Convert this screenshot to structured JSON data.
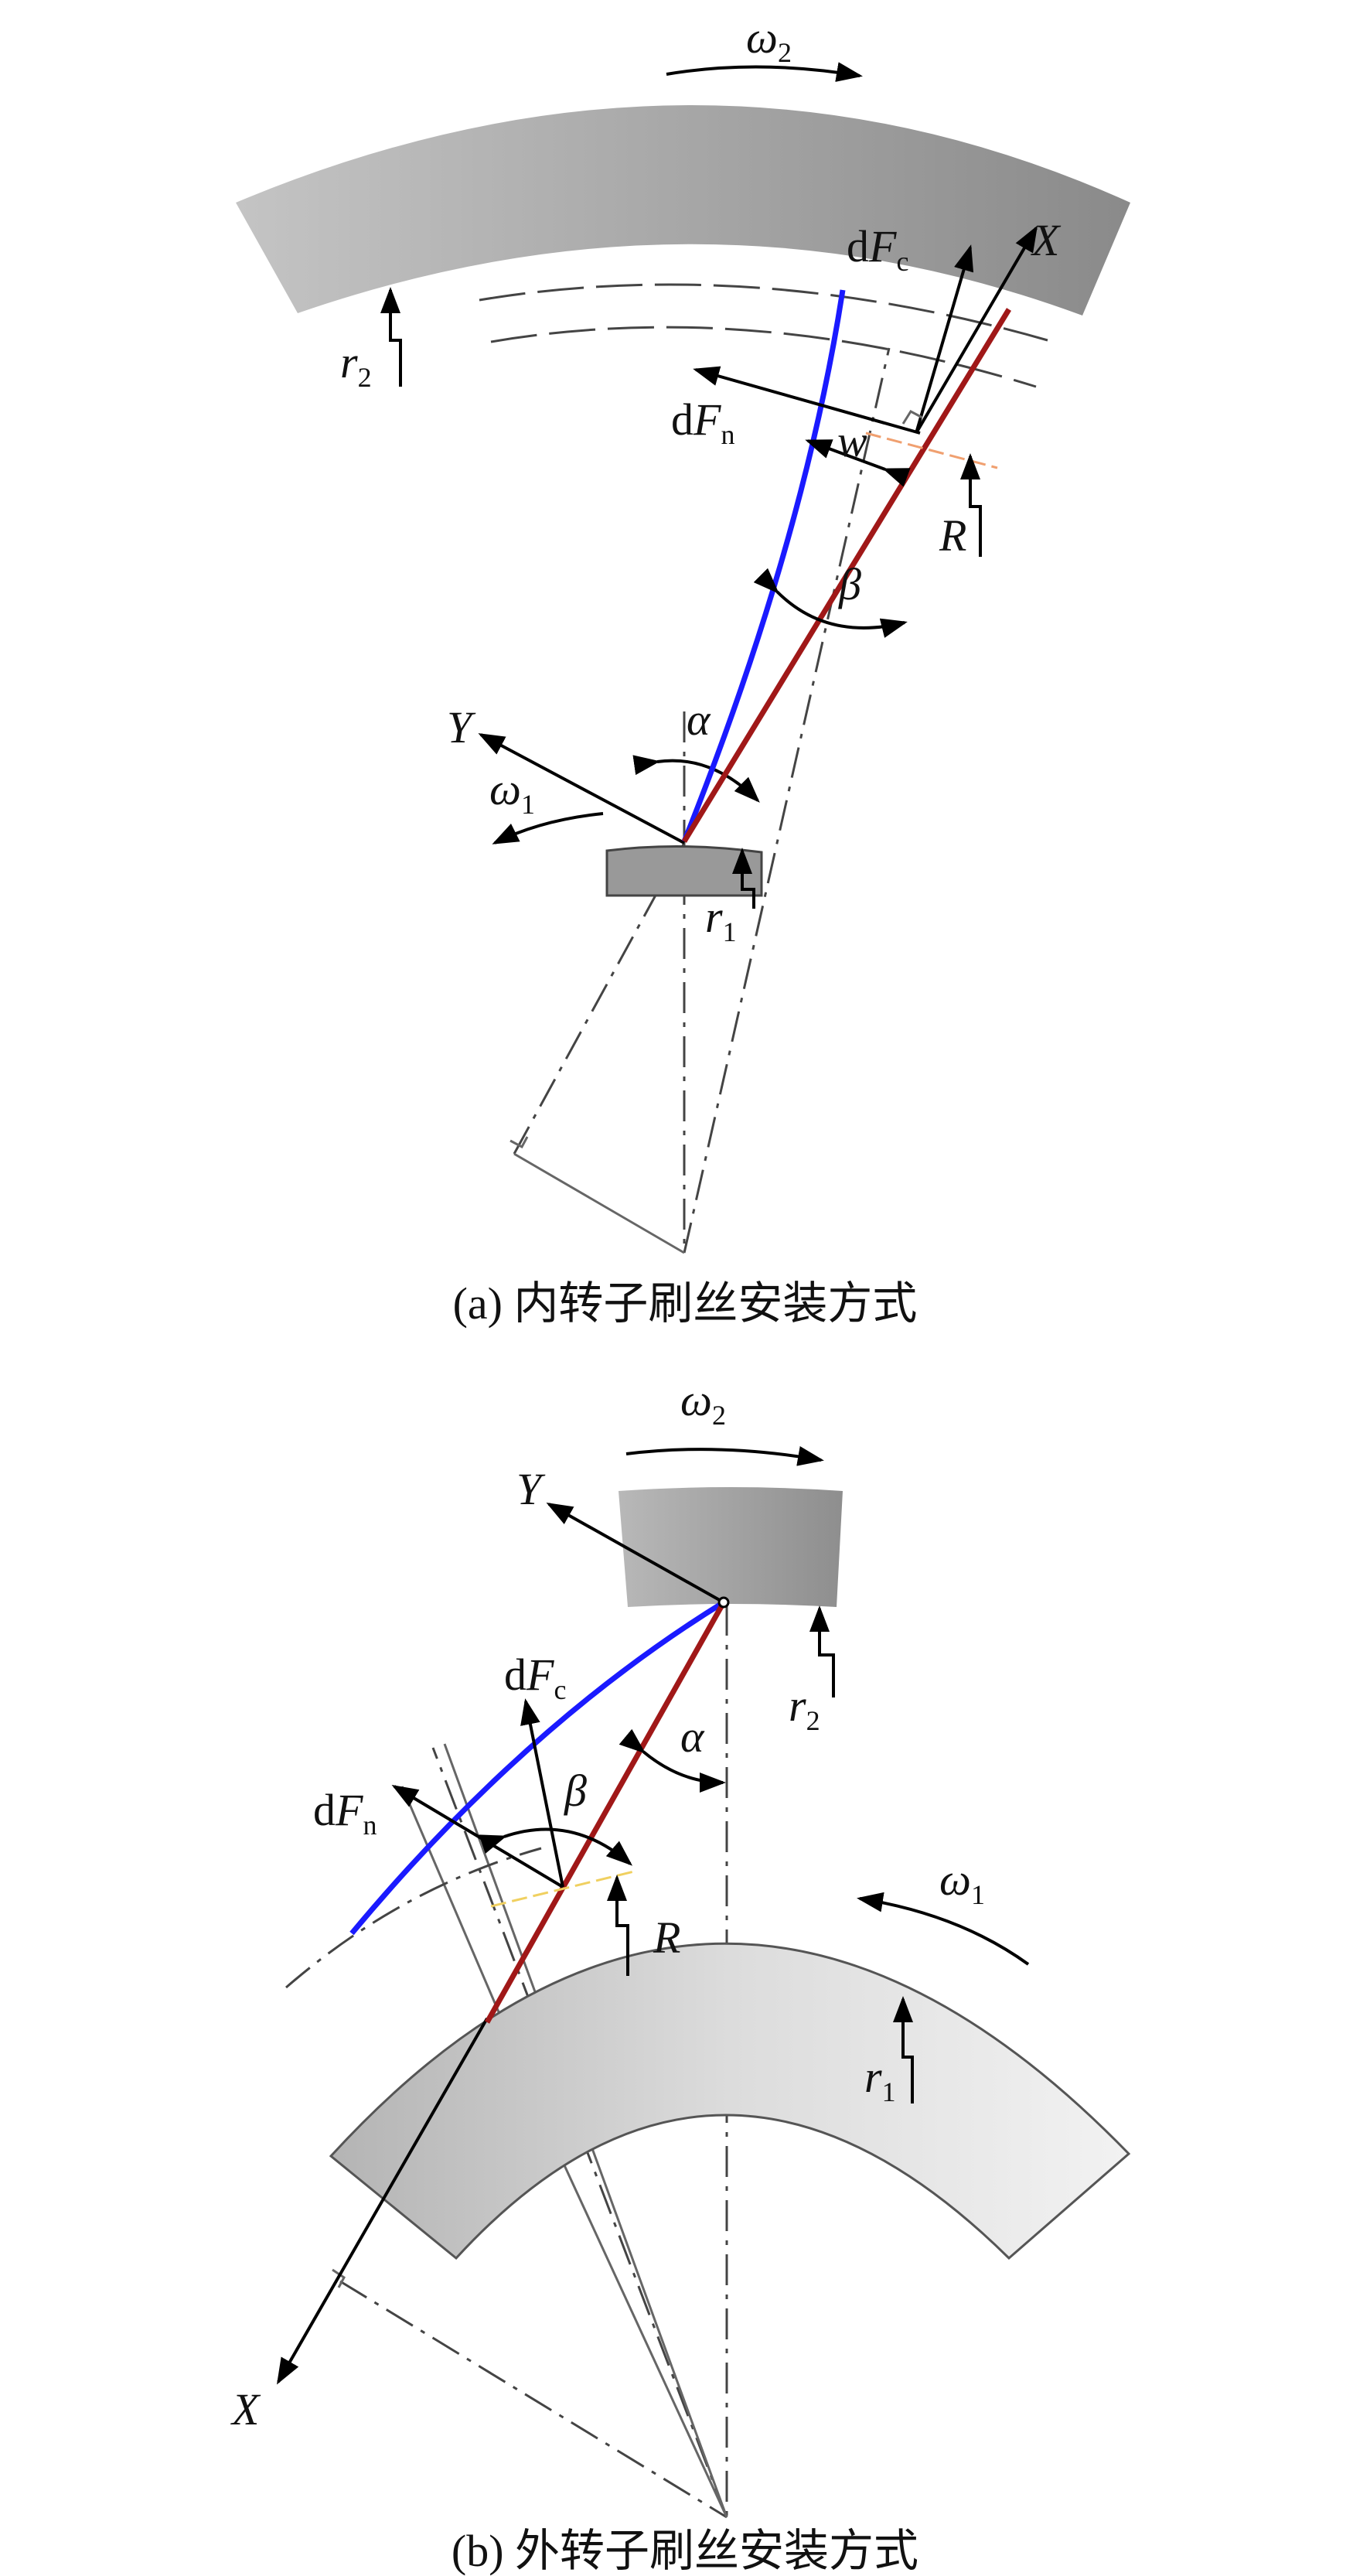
{
  "panel_a": {
    "caption": "(a) 内转子刷丝安装方式",
    "labels": {
      "omega2": "ω",
      "omega2_sub": "2",
      "omega1": "ω",
      "omega1_sub": "1",
      "r2": "r",
      "r2_sub": "2",
      "r1": "r",
      "r1_sub": "1",
      "dFc": "d",
      "dFc_F": "F",
      "dFc_sub": "c",
      "dFn": "d",
      "dFn_F": "F",
      "dFn_sub": "n",
      "X": "X",
      "Y": "Y",
      "w": "w",
      "R": "R",
      "beta": "β",
      "alpha": "α"
    }
  },
  "panel_b": {
    "caption": "(b) 外转子刷丝安装方式",
    "labels": {
      "omega2": "ω",
      "omega2_sub": "2",
      "omega1": "ω",
      "omega1_sub": "1",
      "r2": "r",
      "r2_sub": "2",
      "r1": "r",
      "r1_sub": "1",
      "dFc": "d",
      "dFc_F": "F",
      "dFc_sub": "c",
      "dFn": "d",
      "dFn_F": "F",
      "dFn_sub": "n",
      "X": "X",
      "Y": "Y",
      "R": "R",
      "beta": "β",
      "alpha": "α"
    }
  },
  "colors": {
    "brush_bristle": "#1a1aff",
    "bristle_line": "#a01818",
    "rotor_gray": "#a8a8a8"
  }
}
